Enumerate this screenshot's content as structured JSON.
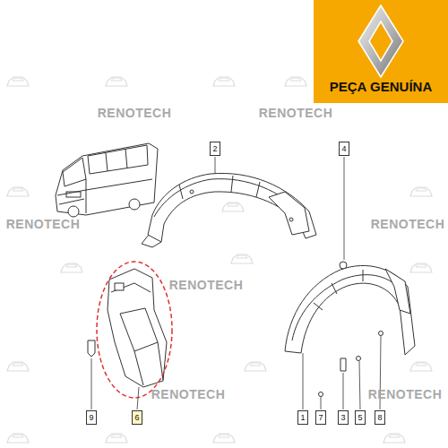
{
  "diagram": {
    "nodes": [
      {
        "text": [
          "PEÇA GENUÍNA"
        ]
      },
      {
        "text": [
          "2"
        ]
      },
      {
        "text": [
          "4"
        ]
      },
      {
        "text": [
          "9"
        ]
      },
      {
        "text": [
          "6"
        ]
      },
      {
        "text": [
          "1"
        ]
      },
      {
        "text": [
          "7"
        ]
      },
      {
        "text": [
          "3"
        ]
      },
      {
        "text": [
          "5"
        ]
      },
      {
        "text": [
          "8"
        ]
      }
    ],
    "labels": [
      "RENOTECH",
      "RENOTECH",
      "RENOTECH",
      "RENOTECH",
      "RENOTECH",
      "RENOTECH",
      "RENOTECH"
    ]
  }
}
